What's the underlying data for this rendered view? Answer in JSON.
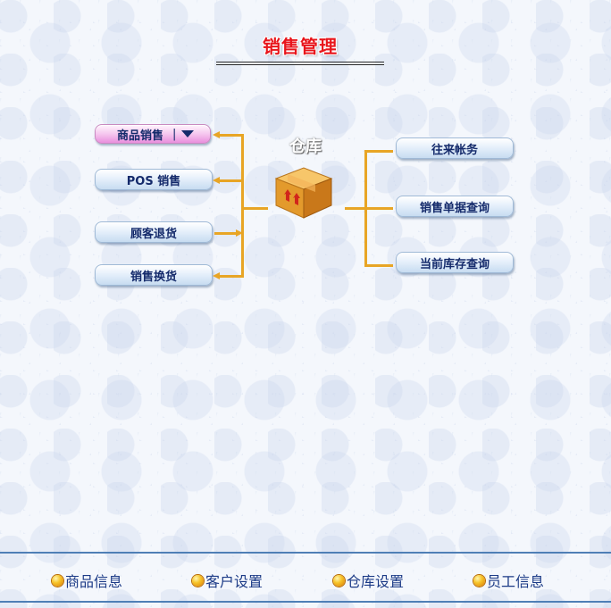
{
  "page": {
    "title": "销售管理"
  },
  "left_buttons": [
    {
      "label": "商品销售",
      "separator": "|"
    },
    {
      "label": "POS 销售"
    },
    {
      "label": "顾客退货"
    },
    {
      "label": "销售换货"
    }
  ],
  "center": {
    "label": "仓库",
    "icon": "warehouse-box-icon"
  },
  "right_buttons": [
    {
      "label": "往来帐务"
    },
    {
      "label": "销售单据查询"
    },
    {
      "label": "当前库存查询"
    }
  ],
  "footer": {
    "items": [
      {
        "label": "商品信息"
      },
      {
        "label": "客户设置"
      },
      {
        "label": "仓库设置"
      },
      {
        "label": "员工信息"
      }
    ]
  },
  "colors": {
    "title": "#e8151b",
    "connector": "#e8a525",
    "button_text": "#142a6b",
    "footer_text": "#1b3a86",
    "footer_line": "#4f7fb6"
  }
}
